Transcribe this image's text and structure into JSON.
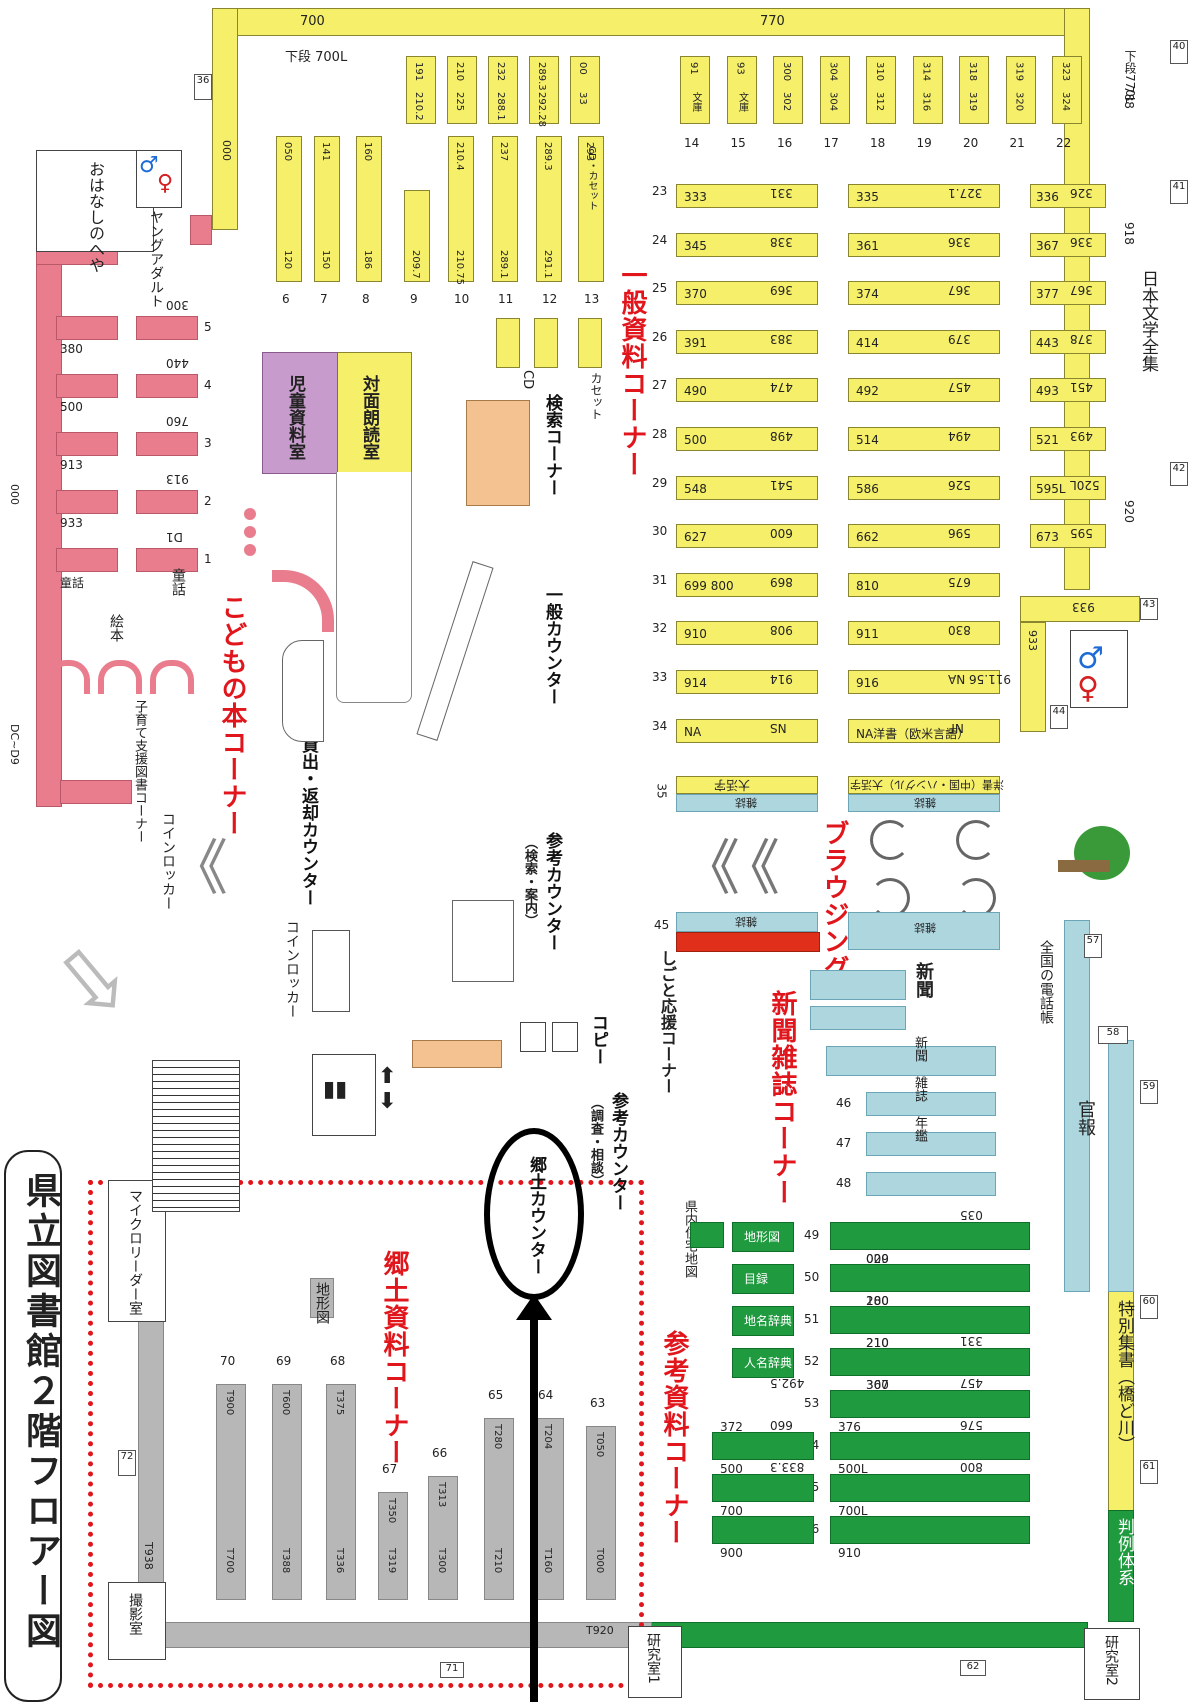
{
  "title": "県立図書館２階フロアー図",
  "corners": {
    "general": "一般資料コーナー",
    "children": "こどもの本コーナー",
    "search": "検索コーナー",
    "newspaper": "新聞雑誌コーナー",
    "reference": "参考資料コーナー",
    "local": "郷土資料コーナー",
    "browsing": "ブラウジング",
    "business": "しごと応援コーナー"
  },
  "counters": {
    "general": "一般カウンター",
    "lending": "貸出・返却カウンター",
    "reference1": "参考カウンター",
    "reference1_sub": "（検索・案内）",
    "reference2": "参考カウンター",
    "reference2_sub": "（調査・相談）",
    "local": "郷土カウンター"
  },
  "rooms": {
    "storytelling": "おはなしのへや",
    "facing_reading": "対面朗読室",
    "children_material": "児童資料室",
    "microreader": "マイクロリーダー室",
    "photo": "撮影室",
    "research1": "研究室1",
    "research2": "研究室2"
  },
  "labels": {
    "young_adult": "ヤングアダルト",
    "picture_books": "絵本",
    "childcare": "子育て支援図書コーナー",
    "fairy_tales": "童話",
    "coin_locker1": "コインロッカー",
    "coin_locker2": "コインロッカー",
    "copy": "コピー",
    "cd": "CD",
    "cassette": "カセット",
    "cd_cassette": "CD・カセット",
    "japanese_lit": "日本文学全集",
    "national_phone": "全国の電話帳",
    "gazette": "官報",
    "special_collection": "特別集書（橋ど川）",
    "case_law": "判例体系",
    "pref_map": "県内住宅地図",
    "lower_700": "下段 700L",
    "lower_770": "下段770L",
    "top_700": "700",
    "top_770": "770"
  },
  "top_shelves": [
    {
      "col": "6",
      "top": "050",
      "bot": "120"
    },
    {
      "col": "7",
      "top": "141",
      "bot": "150"
    },
    {
      "col": "8",
      "top": "160",
      "bot": "186"
    },
    {
      "col": "9",
      "top": "",
      "bot": "209.7"
    },
    {
      "col": "10",
      "top": "210.4",
      "bot": "210.75"
    },
    {
      "col": "11",
      "top": "237",
      "bot": "289.1"
    },
    {
      "col": "12",
      "top": "289.3",
      "bot": "291.1"
    },
    {
      "col": "13",
      "top": "293",
      "bot": "CD・カセット"
    }
  ],
  "top_row": [
    {
      "a": "191",
      "b": "210.2"
    },
    {
      "a": "210",
      "b": "225"
    },
    {
      "a": "232",
      "b": "288.1"
    },
    {
      "a": "289.3",
      "b": "292.28"
    },
    {
      "a": "00",
      "b": "33"
    }
  ],
  "right_top_cols": [
    {
      "n": "14",
      "t": "91",
      "b": "文庫"
    },
    {
      "n": "15",
      "t": "93",
      "b": "文庫"
    },
    {
      "n": "16",
      "t": "300",
      "b": "302"
    },
    {
      "n": "17",
      "t": "304",
      "b": "304"
    },
    {
      "n": "18",
      "t": "310",
      "b": "312"
    },
    {
      "n": "19",
      "t": "314",
      "b": "316"
    },
    {
      "n": "20",
      "t": "318",
      "b": "319"
    },
    {
      "n": "21",
      "t": "319",
      "b": "320"
    },
    {
      "n": "22",
      "t": "323",
      "b": "324"
    }
  ],
  "rows": [
    {
      "n": "23",
      "a": "333",
      "b": "331",
      "c": "335",
      "d": "327.1",
      "e": "336",
      "f": "326"
    },
    {
      "n": "24",
      "a": "345",
      "b": "338",
      "c": "361",
      "d": "336",
      "e": "367",
      "f": "336"
    },
    {
      "n": "25",
      "a": "370",
      "b": "369",
      "c": "374",
      "d": "367",
      "e": "377",
      "f": "367"
    },
    {
      "n": "26",
      "a": "391",
      "b": "383",
      "c": "414",
      "d": "379",
      "e": "443",
      "f": "378"
    },
    {
      "n": "27",
      "a": "490",
      "b": "474",
      "c": "492",
      "d": "457",
      "e": "493",
      "f": "451"
    },
    {
      "n": "28",
      "a": "500",
      "b": "498",
      "c": "514",
      "d": "494",
      "e": "521",
      "f": "493"
    },
    {
      "n": "29",
      "a": "548",
      "b": "541",
      "c": "586",
      "d": "526",
      "e": "595L",
      "f": "520L"
    },
    {
      "n": "30",
      "a": "627",
      "b": "600",
      "c": "662",
      "d": "596",
      "e": "673",
      "f": "595"
    },
    {
      "n": "31",
      "a": "699 800",
      "b": "869",
      "c": "810",
      "d": "675",
      "e": "",
      "f": ""
    },
    {
      "n": "32",
      "a": "910",
      "b": "908",
      "c": "911",
      "d": "830",
      "e": "",
      "f": ""
    },
    {
      "n": "33",
      "a": "914",
      "b": "914",
      "c": "916",
      "d": "911.56 NA",
      "e": "",
      "f": ""
    },
    {
      "n": "34",
      "a": "NA",
      "b": "NS",
      "c": "NA洋書（欧米言語）",
      "d": "NF",
      "e": "",
      "f": ""
    }
  ],
  "row35": {
    "n": "35",
    "a": "大活字",
    "b": "洋書（中国・ハングル）大活字",
    "mag": "雑誌"
  },
  "row45": {
    "n": "45",
    "mag": "雑誌"
  },
  "right_nums": {
    "r40": "40",
    "r788": "788",
    "r41": "41",
    "r918": "918",
    "r42": "42",
    "r920": "920",
    "r43": "43",
    "r933a": "933",
    "r933b": "933",
    "r44": "44",
    "r57": "57",
    "r58": "58",
    "r59": "59",
    "r60": "60",
    "r61": "61",
    "r62": "62"
  },
  "left_nums": {
    "l36": "36",
    "l000": "000",
    "l000b": "000",
    "ldc": "DC~D9"
  },
  "children_rows": [
    {
      "n": "5",
      "a": "300",
      "b": "380"
    },
    {
      "n": "4",
      "a": "440",
      "b": "500"
    },
    {
      "n": "3",
      "a": "760",
      "b": "913"
    },
    {
      "n": "2",
      "a": "913",
      "b": "933"
    },
    {
      "n": "1",
      "a": "D1",
      "b": "童話"
    }
  ],
  "newspaper_rows": [
    {
      "n": "46",
      "t": "新聞"
    },
    {
      "n": "47",
      "t": "雑誌"
    },
    {
      "n": "48",
      "t": "年鑑"
    }
  ],
  "ref_rows": [
    {
      "n": "49",
      "box": "地形図",
      "a": "000",
      "b": "029",
      "c": "035"
    },
    {
      "n": "50",
      "box": "目録",
      "a": "180",
      "b": "200",
      "c": ""
    },
    {
      "n": "51",
      "box": "地名辞典",
      "a": "210",
      "b": "210",
      "c": ""
    },
    {
      "n": "52",
      "box": "人名辞典",
      "a": "300",
      "b": "367",
      "c": "331"
    },
    {
      "n": "53",
      "box": "",
      "a": "372",
      "b": "376",
      "c": "492.5",
      "d": "457"
    },
    {
      "n": "54",
      "box": "",
      "a": "500",
      "b": "500L",
      "c": "660",
      "d": "576"
    },
    {
      "n": "55",
      "box": "",
      "a": "700",
      "b": "700L",
      "c": "833.3",
      "d": "800"
    },
    {
      "n": "56",
      "box": "",
      "a": "900",
      "b": "910",
      "c": "",
      "d": ""
    }
  ],
  "local_cols": [
    {
      "n": "63",
      "t": "T050",
      "b": "T000"
    },
    {
      "n": "64",
      "t": "T204",
      "b": "T160"
    },
    {
      "n": "65",
      "t": "T280",
      "b": "T210"
    },
    {
      "n": "66",
      "t": "T313",
      "b": "T300"
    },
    {
      "n": "67",
      "t": "T350",
      "b": "T319"
    },
    {
      "n": "68",
      "t": "T375",
      "b": "T336"
    },
    {
      "n": "69",
      "t": "T600",
      "b": "T388"
    },
    {
      "n": "70",
      "t": "T900",
      "b": "T700"
    }
  ],
  "local_misc": {
    "topo": "地形図",
    "n71": "71",
    "n72": "72",
    "t938": "T938",
    "t920": "T920"
  },
  "colors": {
    "yellow": "#f5ef6a",
    "pink": "#e97d8e",
    "green": "#1f9a3e",
    "gray": "#b7b7b7",
    "blue": "#aed6df",
    "red": "#e0161c",
    "purple": "#c79bcb"
  }
}
